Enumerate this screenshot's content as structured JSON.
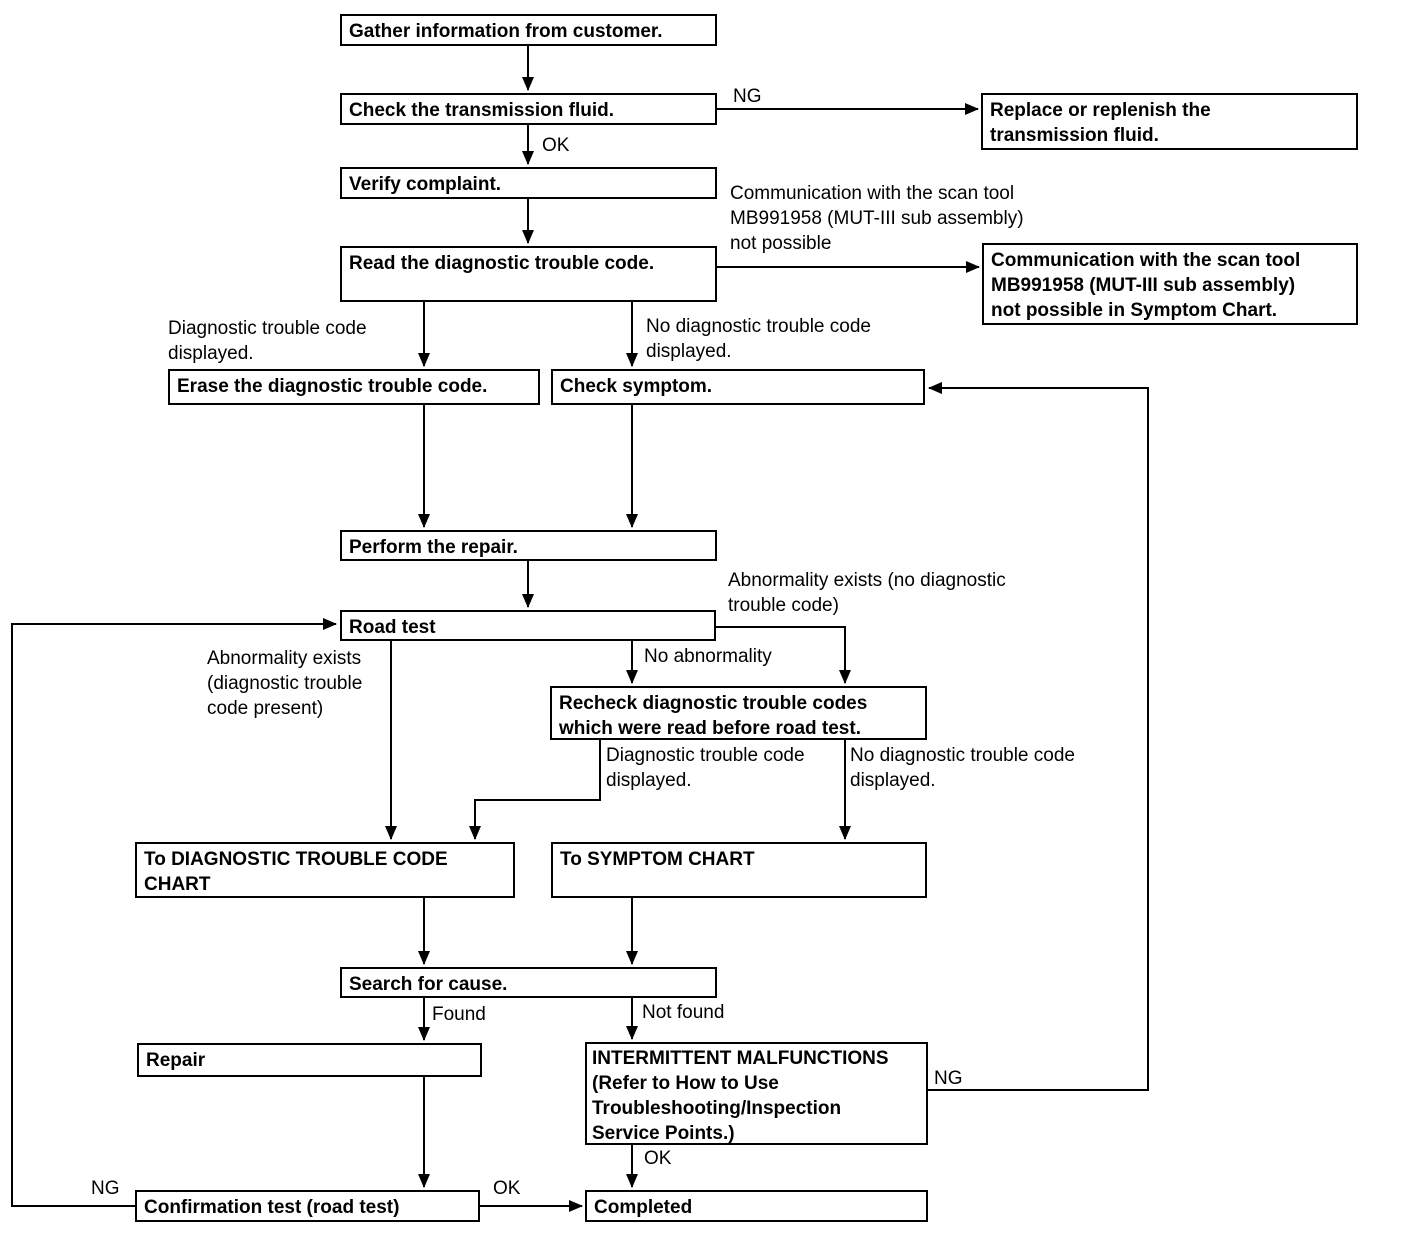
{
  "diagram": {
    "type": "flowchart",
    "colors": {
      "background": "#ffffff",
      "line": "#000000",
      "text": "#000000",
      "node_fill": "#ffffff"
    },
    "nodes": {
      "gather": "Gather information from customer.",
      "check_fluid": "Check the  transmission fluid.",
      "replace_fluid": "Replace or replenish the\ntransmission fluid.",
      "verify": "Verify complaint.",
      "read_dtc": "Read the diagnostic trouble code.",
      "comm_chart": "Communication with the scan tool\nMB991958 (MUT-III sub assembly)\nnot possible in Symptom Chart.",
      "erase_dtc": "Erase the diagnostic trouble code.",
      "check_symptom": "Check symptom.",
      "perform_repair": "Perform the repair.",
      "road_test": "Road test",
      "recheck_dtc": "Recheck diagnostic trouble codes\nwhich were read before road test.",
      "dtc_chart": "To DIAGNOSTIC TROUBLE CODE\nCHART",
      "symptom_chart": "To SYMPTOM CHART",
      "search_cause": "Search for cause.",
      "repair": "Repair",
      "intermittent": "INTERMITTENT MALFUNCTIONS\n(Refer to How to Use\nTroubleshooting/Inspection\nService Points.)",
      "confirmation": "Confirmation test (road test)",
      "completed": "Completed"
    },
    "labels": {
      "ng_fluid": "NG",
      "ok_fluid": "OK",
      "comm_not_possible": "Communication with the scan tool\nMB991958 (MUT-III sub assembly)\nnot possible",
      "dtc_displayed_top": "Diagnostic trouble code\ndisplayed.",
      "no_dtc_displayed_top": "No diagnostic trouble code\ndisplayed.",
      "abnormality_no_dtc": "Abnormality exists (no diagnostic\ntrouble code)",
      "no_abnormality": "No abnormality",
      "abnormality_dtc": "Abnormality exists\n(diagnostic trouble\ncode present)",
      "dtc_displayed_mid": "Diagnostic trouble code\ndisplayed.",
      "no_dtc_displayed_mid": "No diagnostic trouble code\ndisplayed.",
      "found": "Found",
      "not_found": "Not found",
      "ng_intermittent": "NG",
      "ok_intermittent": "OK",
      "ok_confirmation": "OK",
      "ng_confirmation": "NG"
    }
  }
}
